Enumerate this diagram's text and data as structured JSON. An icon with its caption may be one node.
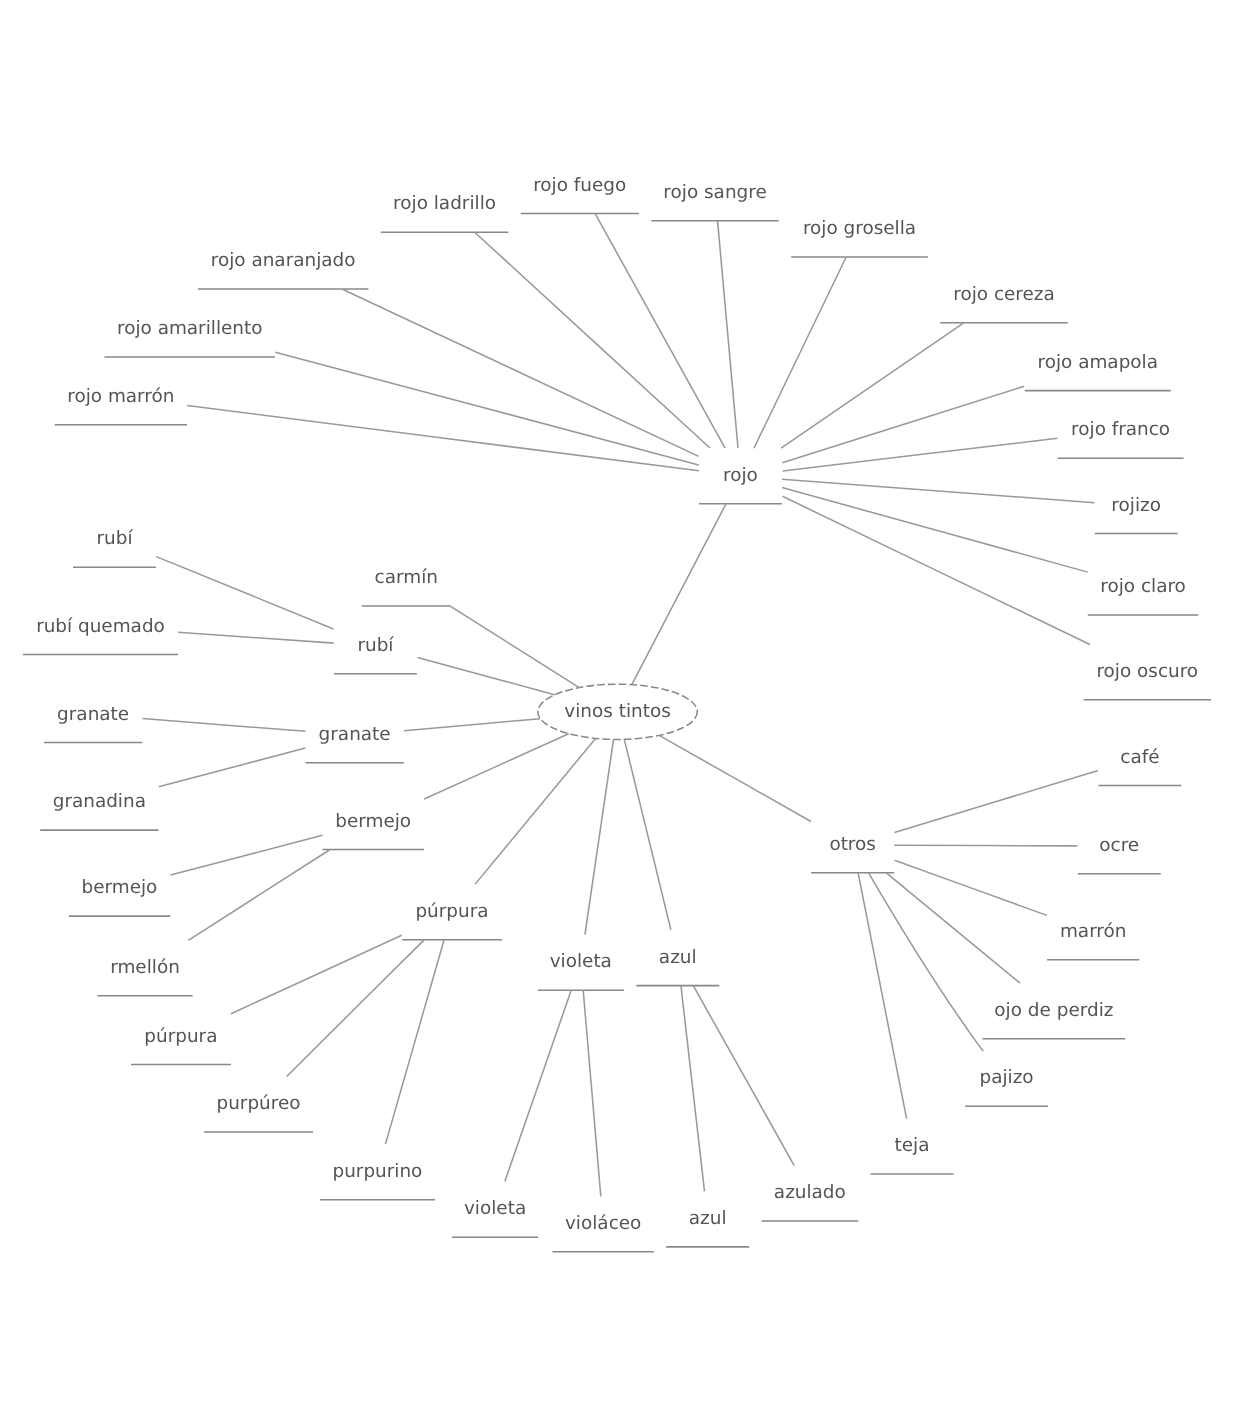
{
  "diagram": {
    "nodes": [
      {
        "text": [
          "vinos tintos"
        ]
      },
      {
        "text": [
          "rojo"
        ]
      },
      {
        "text": [
          "rojo oscuro"
        ]
      },
      {
        "text": [
          "rojo claro"
        ]
      },
      {
        "text": [
          "rojizo"
        ]
      },
      {
        "text": [
          "rojo franco"
        ]
      },
      {
        "text": [
          "rojo amapola"
        ]
      },
      {
        "text": [
          "rojo cereza"
        ]
      },
      {
        "text": [
          "rojo grosella"
        ]
      },
      {
        "text": [
          "rojo sangre"
        ]
      },
      {
        "text": [
          "rojo fuego"
        ]
      },
      {
        "text": [
          "rojo ladrillo"
        ]
      },
      {
        "text": [
          "rojo anaranjado"
        ]
      },
      {
        "text": [
          "rojo amarillento"
        ]
      },
      {
        "text": [
          "rojo marrón"
        ]
      },
      {
        "text": [
          "carmín"
        ]
      },
      {
        "text": [
          "rubí"
        ]
      },
      {
        "text": [
          "rubí"
        ]
      },
      {
        "text": [
          "rubí quemado"
        ]
      },
      {
        "text": [
          "granate"
        ]
      },
      {
        "text": [
          "granate"
        ]
      },
      {
        "text": [
          "granadina"
        ]
      },
      {
        "text": [
          "bermejo"
        ]
      },
      {
        "text": [
          "bermejo"
        ]
      },
      {
        "text": [
          "rmellón"
        ]
      },
      {
        "text": [
          "púrpura"
        ]
      },
      {
        "text": [
          "púrpura"
        ]
      },
      {
        "text": [
          "purpúreo"
        ]
      },
      {
        "text": [
          "purpurino"
        ]
      },
      {
        "text": [
          "violeta"
        ]
      },
      {
        "text": [
          "violeta"
        ]
      },
      {
        "text": [
          "violáceo"
        ]
      },
      {
        "text": [
          "azul"
        ]
      },
      {
        "text": [
          "azul"
        ]
      },
      {
        "text": [
          "azulado"
        ]
      },
      {
        "text": [
          "otros"
        ]
      },
      {
        "text": [
          "teja"
        ]
      },
      {
        "text": [
          "pajizo"
        ]
      },
      {
        "text": [
          "ojo de perdiz"
        ]
      },
      {
        "text": [
          "marrón"
        ]
      },
      {
        "text": [
          "ocre"
        ]
      },
      {
        "text": [
          "café"
        ]
      }
    ],
    "edges": [
      {
        "from": 0,
        "to": 1,
        "arrow": "none"
      },
      {
        "from": 1,
        "to": 2,
        "arrow": "none"
      },
      {
        "from": 1,
        "to": 3,
        "arrow": "none"
      },
      {
        "from": 1,
        "to": 4,
        "arrow": "none"
      },
      {
        "from": 1,
        "to": 5,
        "arrow": "none"
      },
      {
        "from": 1,
        "to": 6,
        "arrow": "none"
      },
      {
        "from": 1,
        "to": 7,
        "arrow": "none"
      },
      {
        "from": 1,
        "to": 8,
        "arrow": "none"
      },
      {
        "from": 1,
        "to": 9,
        "arrow": "none"
      },
      {
        "from": 1,
        "to": 10,
        "arrow": "none"
      },
      {
        "from": 1,
        "to": 11,
        "arrow": "none"
      },
      {
        "from": 1,
        "to": 12,
        "arrow": "none"
      },
      {
        "from": 1,
        "to": 13,
        "arrow": "none"
      },
      {
        "from": 1,
        "to": 14,
        "arrow": "none"
      },
      {
        "from": 0,
        "to": 15,
        "arrow": "none"
      },
      {
        "from": 0,
        "to": 16,
        "arrow": "none"
      },
      {
        "from": 16,
        "to": 17,
        "arrow": "none"
      },
      {
        "from": 16,
        "to": 18,
        "arrow": "none"
      },
      {
        "from": 0,
        "to": 19,
        "arrow": "none"
      },
      {
        "from": 19,
        "to": 20,
        "arrow": "none"
      },
      {
        "from": 19,
        "to": 21,
        "arrow": "none"
      },
      {
        "from": 0,
        "to": 22,
        "arrow": "none"
      },
      {
        "from": 22,
        "to": 23,
        "arrow": "none"
      },
      {
        "from": 22,
        "to": 24,
        "arrow": "none"
      },
      {
        "from": 0,
        "to": 25,
        "arrow": "none"
      },
      {
        "from": 25,
        "to": 26,
        "arrow": "none"
      },
      {
        "from": 25,
        "to": 27,
        "arrow": "none"
      },
      {
        "from": 25,
        "to": 28,
        "arrow": "none"
      },
      {
        "from": 0,
        "to": 29,
        "arrow": "none"
      },
      {
        "from": 29,
        "to": 30,
        "arrow": "none"
      },
      {
        "from": 29,
        "to": 31,
        "arrow": "none"
      },
      {
        "from": 0,
        "to": 32,
        "arrow": "none"
      },
      {
        "from": 32,
        "to": 33,
        "arrow": "none"
      },
      {
        "from": 32,
        "to": 34,
        "arrow": "none"
      },
      {
        "from": 0,
        "to": 35,
        "arrow": "none"
      },
      {
        "from": 35,
        "to": 36,
        "arrow": "none"
      },
      {
        "from": 35,
        "to": 37,
        "arrow": "none"
      },
      {
        "from": 35,
        "to": 38,
        "arrow": "none"
      },
      {
        "from": 35,
        "to": 39,
        "arrow": "none"
      },
      {
        "from": 35,
        "to": 40,
        "arrow": "none"
      },
      {
        "from": 35,
        "to": 41,
        "arrow": "none"
      }
    ]
  }
}
